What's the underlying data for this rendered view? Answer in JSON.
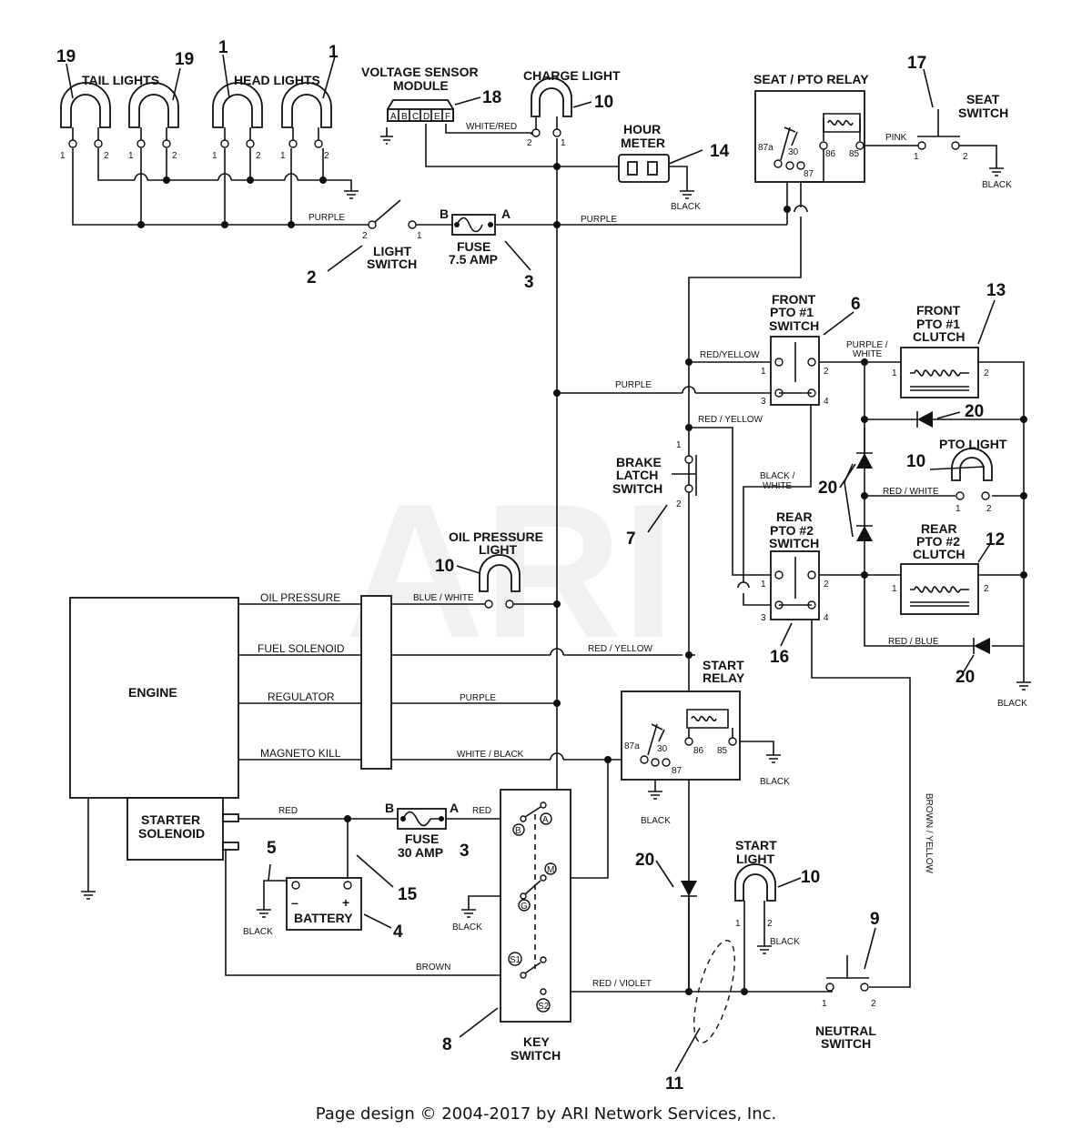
{
  "watermark": "ARI",
  "footer": "Page design © 2004-2017 by ARI Network Services, Inc.",
  "components": {
    "tail_lights": "TAIL LIGHTS",
    "head_lights": "HEAD LIGHTS",
    "voltage_sensor_l1": "VOLTAGE SENSOR",
    "voltage_sensor_l2": "MODULE",
    "voltage_pins": [
      "A",
      "B",
      "C",
      "D",
      "E",
      "F"
    ],
    "charge_light": "CHARGE LIGHT",
    "hour_meter_l1": "HOUR",
    "hour_meter_l2": "METER",
    "seat_pto_relay": "SEAT / PTO RELAY",
    "seat_switch_l1": "SEAT",
    "seat_switch_l2": "SWITCH",
    "light_switch_l1": "LIGHT",
    "light_switch_l2": "SWITCH",
    "fuse_75_l1": "FUSE",
    "fuse_75_l2": "7.5 AMP",
    "front_pto_switch_l1": "FRONT",
    "front_pto_switch_l2": "PTO  #1",
    "front_pto_switch_l3": "SWITCH",
    "front_pto_clutch_l1": "FRONT",
    "front_pto_clutch_l2": "PTO #1",
    "front_pto_clutch_l3": "CLUTCH",
    "pto_light": "PTO LIGHT",
    "brake_latch_l1": "BRAKE",
    "brake_latch_l2": "LATCH",
    "brake_latch_l3": "SWITCH",
    "oil_pressure_light_l1": "OIL PRESSURE",
    "oil_pressure_light_l2": "LIGHT",
    "rear_pto_switch_l1": "REAR",
    "rear_pto_switch_l2": "PTO  #2",
    "rear_pto_switch_l3": "SWITCH",
    "rear_pto_clutch_l1": "REAR",
    "rear_pto_clutch_l2": "PTO #2",
    "rear_pto_clutch_l3": "CLUTCH",
    "engine": "ENGINE",
    "start_relay_l1": "START",
    "start_relay_l2": "RELAY",
    "starter_solenoid_l1": "STARTER",
    "starter_solenoid_l2": "SOLENOID",
    "fuse_30_l1": "FUSE",
    "fuse_30_l2": "30 AMP",
    "battery": "BATTERY",
    "key_switch_l1": "KEY",
    "key_switch_l2": "SWITCH",
    "start_light_l1": "START",
    "start_light_l2": "LIGHT",
    "neutral_switch_l1": "NEUTRAL",
    "neutral_switch_l2": "SWITCH"
  },
  "engine_terminals": [
    "OIL PRESSURE",
    "FUEL SOLENOID",
    "REGULATOR",
    "MAGNETO KILL"
  ],
  "wires": {
    "purple": "PURPLE",
    "white_red": "WHITE/RED",
    "black": "BLACK",
    "pink": "PINK",
    "red_yellow_1": "RED/YELLOW",
    "red_yellow_2": "RED / YELLOW",
    "purple_white_l1": "PURPLE /",
    "purple_white_l2": "WHITE",
    "black_white_l1": "BLACK /",
    "black_white_l2": "WHITE",
    "red_white": "RED / WHITE",
    "red_blue": "RED / BLUE",
    "blue_white": "BLUE / WHITE",
    "white_black": "WHITE / BLACK",
    "red": "RED",
    "brown": "BROWN",
    "red_violet": "RED / VIOLET",
    "brown_yellow": "BROWN / YELLOW"
  },
  "terminals": {
    "relay_87a": "87a",
    "relay_30": "30",
    "relay_87": "87",
    "relay_86": "86",
    "relay_85": "85",
    "key_a": "A",
    "key_b": "B",
    "key_m": "M",
    "key_g": "G",
    "key_s1": "S1",
    "key_s2": "S2",
    "fuse_a": "A",
    "fuse_b": "B",
    "bat_neg": "–",
    "bat_pos": "+",
    "p1": "1",
    "p2": "2",
    "p3": "3",
    "p4": "4"
  },
  "callouts": {
    "c19a": "19",
    "c19b": "19",
    "c1a": "1",
    "c1b": "1",
    "c18": "18",
    "c10_charge": "10",
    "c14": "14",
    "c17": "17",
    "c2": "2",
    "c3_top": "3",
    "c6": "6",
    "c13": "13",
    "c20_a": "20",
    "c10_pto": "10",
    "c20_b": "20",
    "c7": "7",
    "c12": "12",
    "c10_oil": "10",
    "c16": "16",
    "c20_c": "20",
    "c5": "5",
    "c15": "15",
    "c4": "4",
    "c3_bottom": "3",
    "c8": "8",
    "c20_d": "20",
    "c10_start": "10",
    "c9": "9",
    "c11": "11"
  }
}
